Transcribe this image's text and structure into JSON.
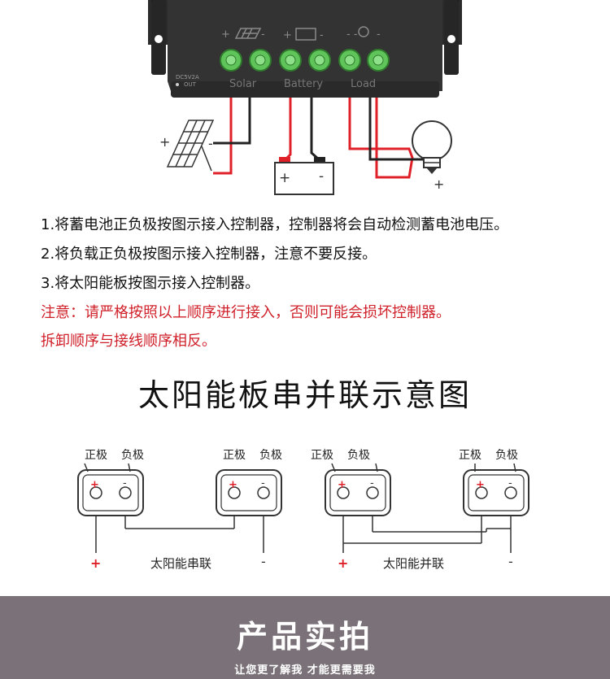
{
  "controller": {
    "model_label": "DC5V2A",
    "out_label": "OUT",
    "terminal_labels": [
      "Solar",
      "Battery",
      "Load"
    ],
    "polarity_marks": [
      "+",
      "-",
      "+",
      "-",
      "-",
      "-",
      "+",
      "-",
      "+"
    ]
  },
  "instructions": [
    "1.将蓄电池正负极按图示接入控制器，控制器将会自动检测蓄电池电压。",
    "2.将负载正负极按图示接入控制器，注意不要反接。",
    "3.将太阳能板按图示接入控制器。"
  ],
  "warnings": [
    "注意：请严格按照以上顺序进行接入，否则可能会损坏控制器。",
    "拆卸顺序与接线顺序相反。"
  ],
  "diagram": {
    "title": "太阳能板串并联示意图",
    "positive_label": "正极",
    "negative_label": "负极",
    "series_label": "太阳能串联",
    "parallel_label": "太阳能并联",
    "plus_sign": "+",
    "minus_sign": "-"
  },
  "footer": {
    "title": "产品实拍",
    "subtitle": "让您更了解我 才能更需要我"
  },
  "colors": {
    "red_wire": "#e02028",
    "black_wire": "#222222",
    "controller_body": "#2b2b2b",
    "terminal_green": "#5fc45a",
    "footer_band": "#7a7278",
    "warning_text": "#d0202a"
  }
}
